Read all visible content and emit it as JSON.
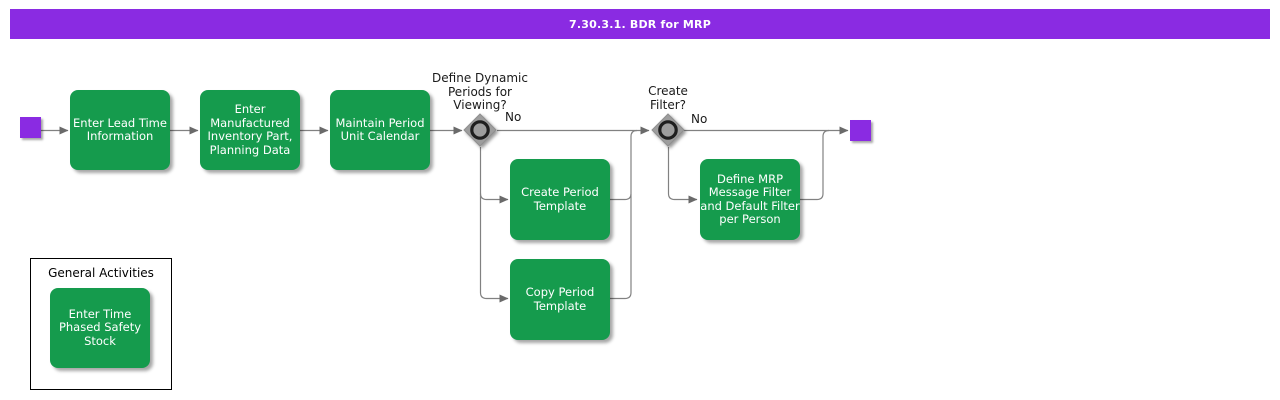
{
  "header": {
    "title": "7.30.3.1. BDR for MRP"
  },
  "colors": {
    "activity_green": "#159B4D",
    "event_purple": "#8A2BE2",
    "connector_gray": "#818181",
    "arrow_gray": "#6A6A6A",
    "gateway_gray": "#9D9D9D"
  },
  "diagram": {
    "activities": {
      "enter_lead_time": "Enter Lead Time\nInformation",
      "enter_manufactured": "Enter\nManufactured\nInventory Part,\nPlanning Data",
      "maintain_period": "Maintain Period\nUnit Calendar",
      "create_period_template": "Create Period\nTemplate",
      "copy_period_template": "Copy Period\nTemplate",
      "define_mrp_filter": "Define MRP\nMessage Filter\nand Default Filter\nper Person"
    },
    "gateways": [
      {
        "question": "Define Dynamic\nPeriods for\nViewing?",
        "branch_label": "No"
      },
      {
        "question": "Create\nFilter?",
        "branch_label": "No"
      }
    ],
    "general_activities": {
      "title": "General Activities",
      "enter_time_phased_safety_stock": "Enter Time\nPhased Safety\nStock"
    }
  }
}
